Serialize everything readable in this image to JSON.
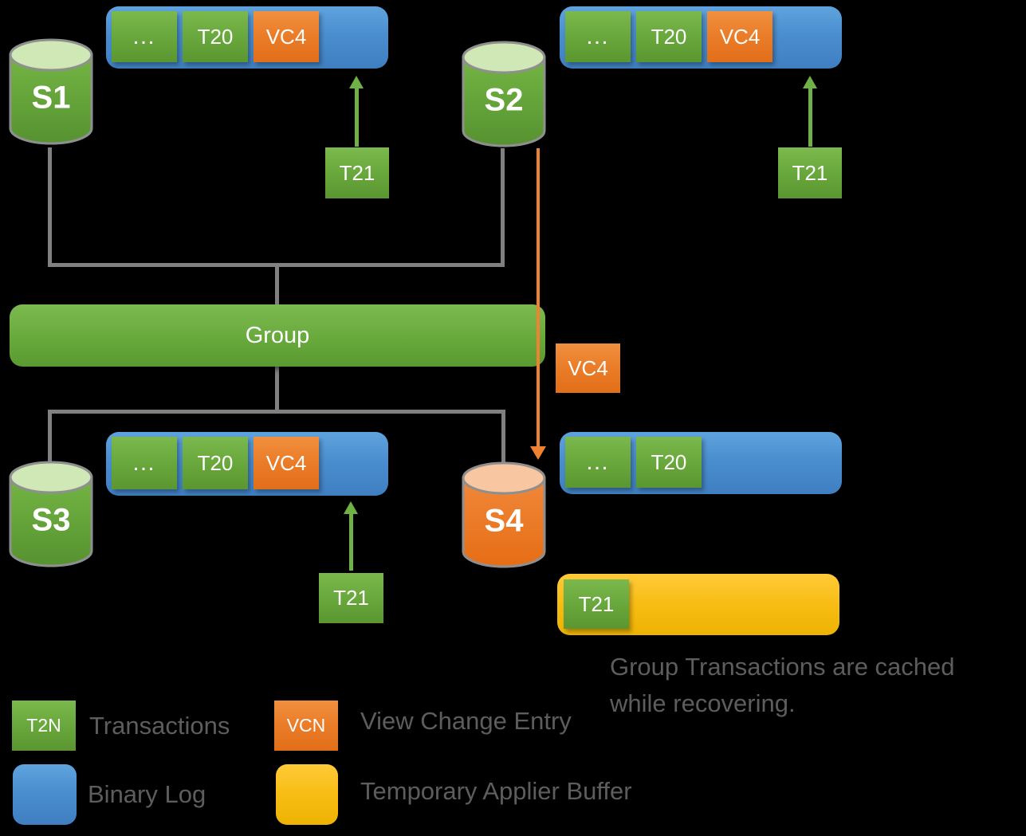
{
  "group": {
    "label": "Group"
  },
  "units": {
    "s1": {
      "name": "S1",
      "log": [
        "…",
        "T20",
        "VC4"
      ],
      "incoming": "T21"
    },
    "s2": {
      "name": "S2",
      "log": [
        "…",
        "T20",
        "VC4"
      ],
      "incoming": "T21"
    },
    "s3": {
      "name": "S3",
      "log": [
        "…",
        "T20",
        "VC4"
      ],
      "incoming": "T21"
    },
    "s4": {
      "name": "S4",
      "log": [
        "…",
        "T20"
      ],
      "buffered": "T21"
    }
  },
  "view_change": {
    "label": "VC4"
  },
  "caption": {
    "line1": "Group Transactions are cached",
    "line2": "while recovering."
  },
  "legend": {
    "transactions": {
      "swatch": "T2N",
      "label": "Transactions"
    },
    "view_change": {
      "swatch": "VCN",
      "label": "View Change Entry"
    },
    "binary_log": {
      "label": "Binary Log"
    },
    "applier_buffer": {
      "label": "Temporary Applier Buffer"
    }
  },
  "colors": {
    "transaction_green": "#69a83c",
    "view_change_orange": "#ed7d31",
    "binary_log_blue": "#4a8ecf",
    "applier_buffer_yellow": "#ffc000",
    "recovering_server_orange": "#ed7d31",
    "connector_gray": "#808080",
    "text_gray": "#5d5d5d"
  }
}
